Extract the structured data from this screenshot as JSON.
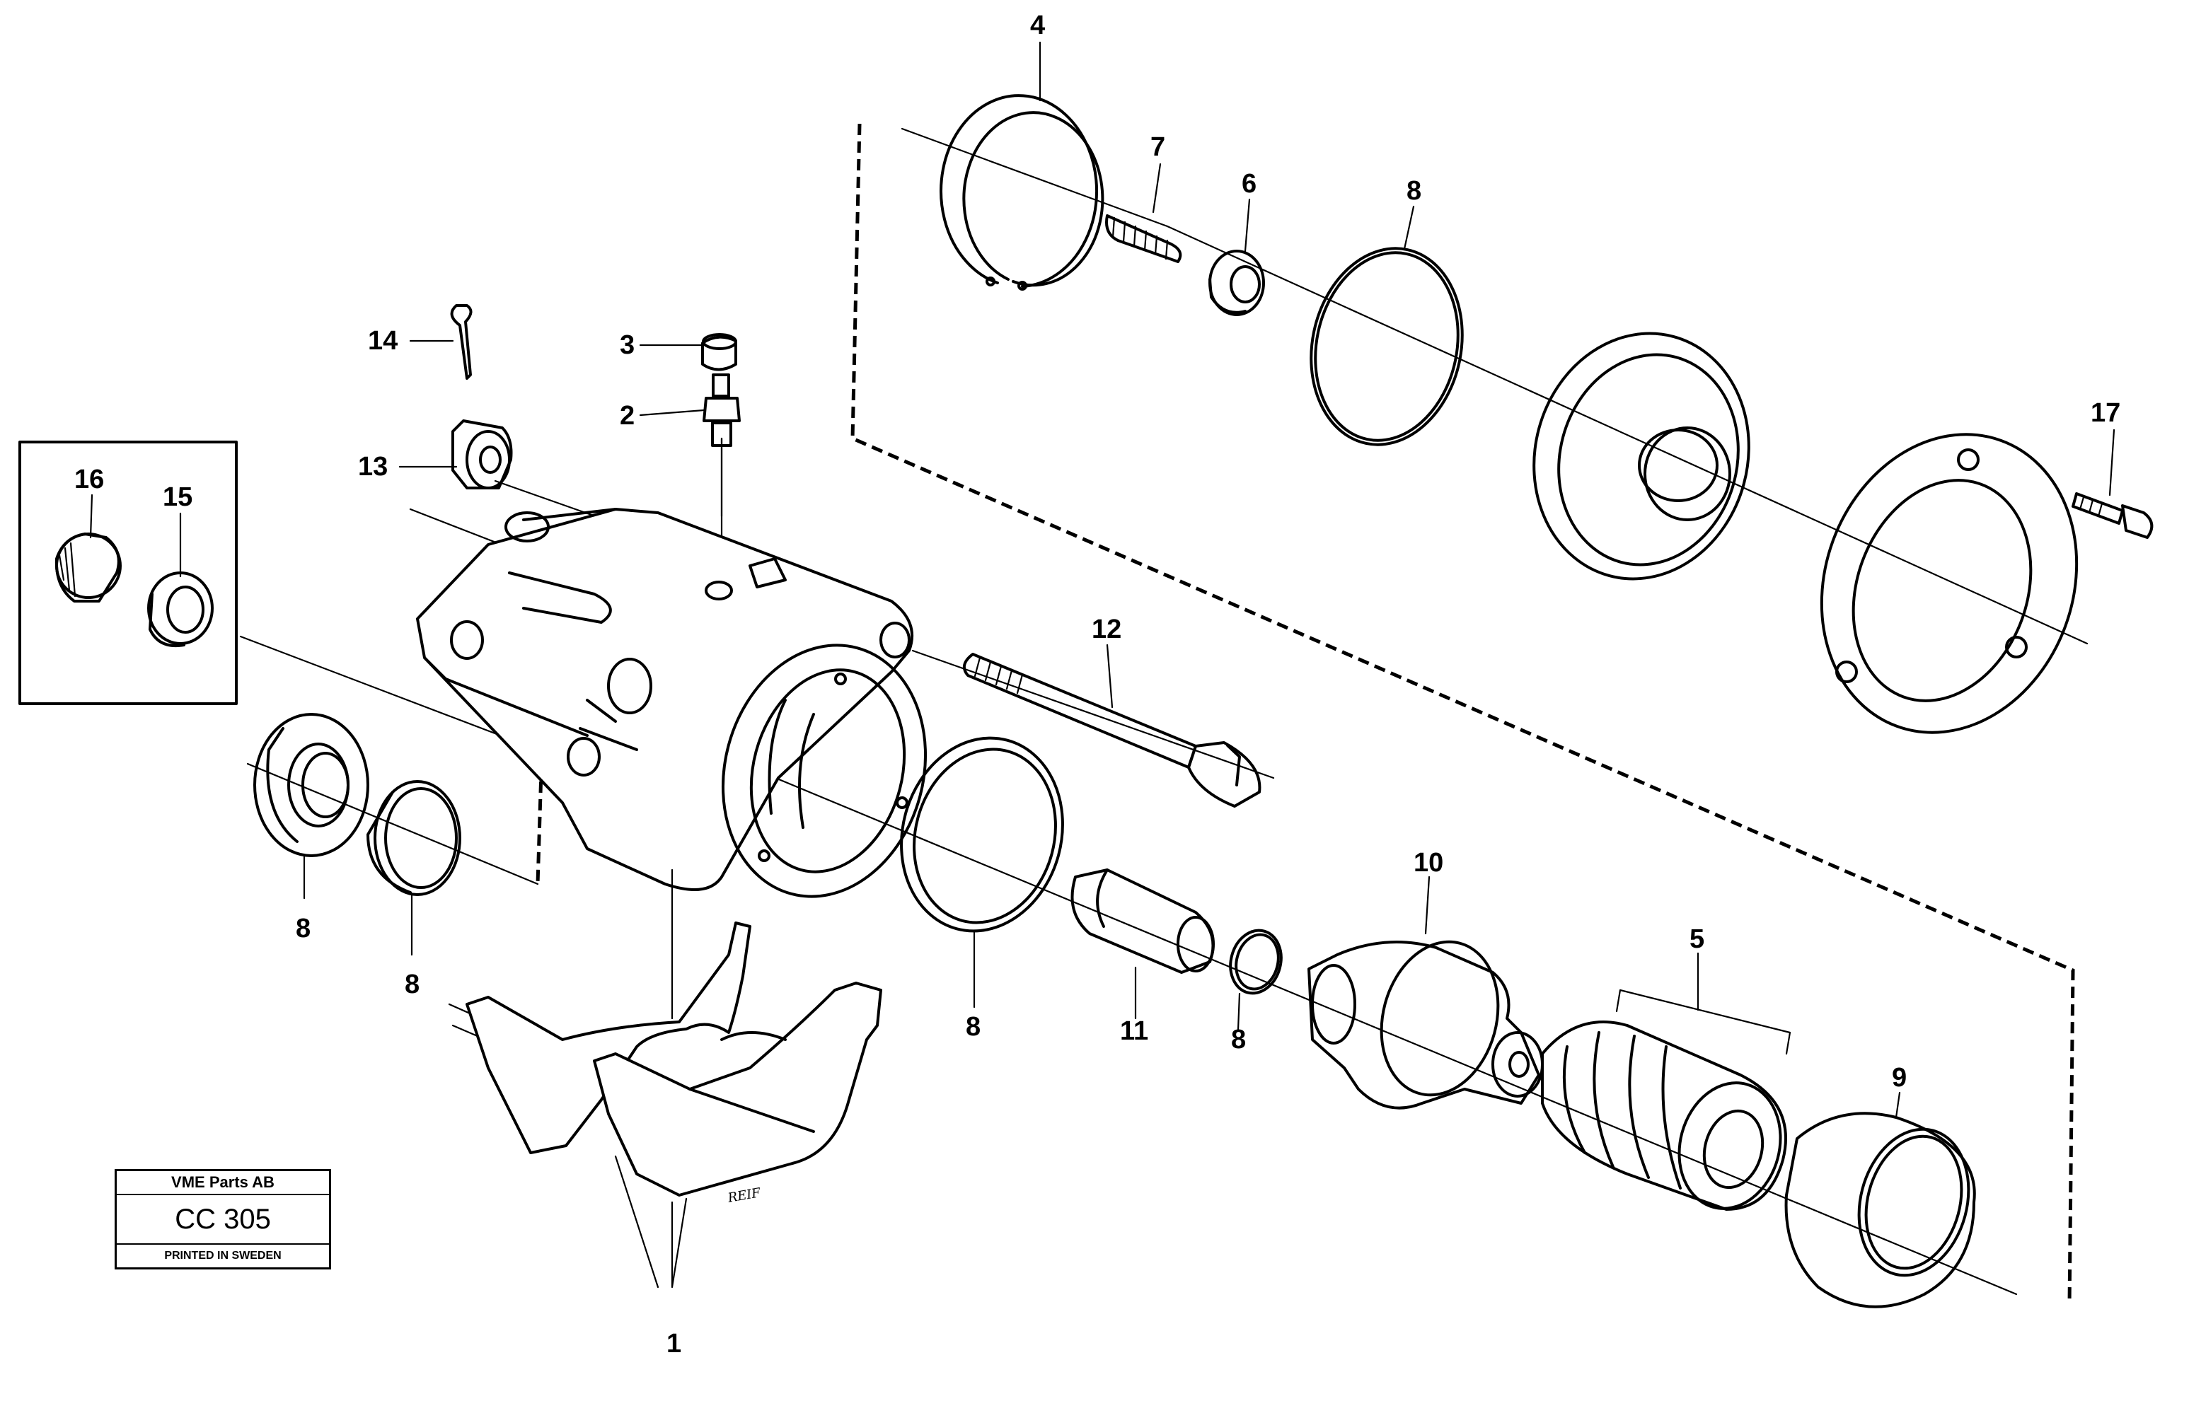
{
  "diagram": {
    "callouts": [
      "1",
      "2",
      "3",
      "4",
      "5",
      "6",
      "7",
      "8",
      "9",
      "10",
      "11",
      "12",
      "13",
      "14",
      "15",
      "16",
      "17"
    ],
    "handwritten_mark": "REIF"
  },
  "title_block": {
    "company": "VME Parts AB",
    "code": "CC 305",
    "printed": "PRINTED IN SWEDEN"
  }
}
